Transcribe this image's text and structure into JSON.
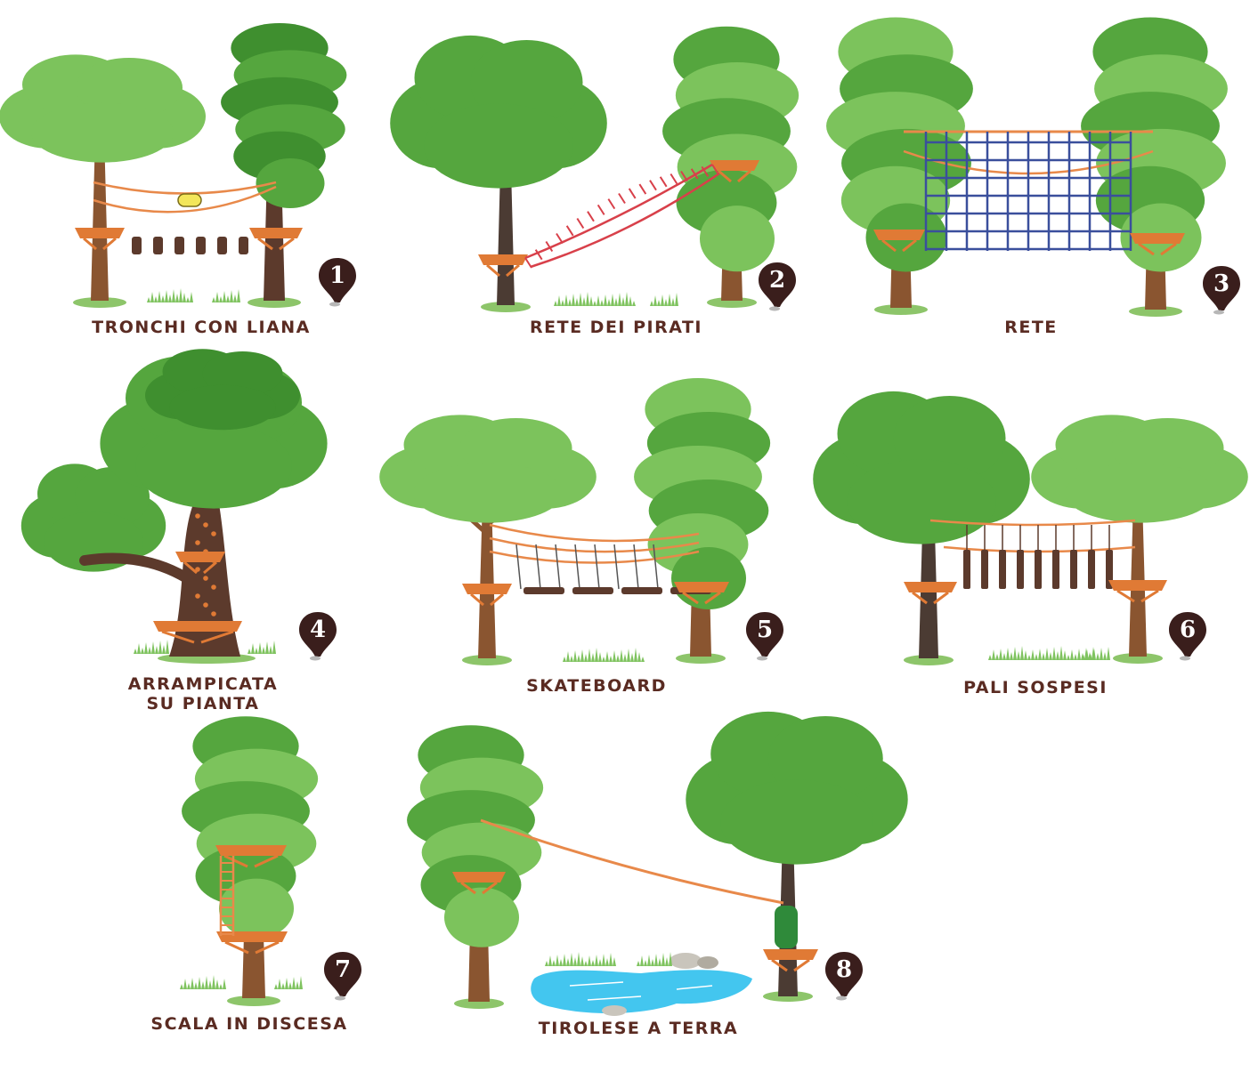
{
  "palette": {
    "trunk": "#8a5530",
    "trunk_dark": "#5c3a2c",
    "leaf_dark": "#3f8f2f",
    "leaf_mid": "#55a63e",
    "leaf_light": "#7cc35c",
    "leaf_pale": "#8dc56a",
    "platform": "#e07a35",
    "rope": "#e8894a",
    "net_red": "#d8404a",
    "net_blue": "#3a4f9c",
    "grass": "#7fc35f",
    "water": "#43c6ef",
    "pin": "#3a1e1c",
    "label": "#5a2b22"
  },
  "activities": [
    {
      "number": "1",
      "label_lines": [
        "TRONCHI CON LIANA"
      ],
      "icon": "hanging-logs-with-liana"
    },
    {
      "number": "2",
      "label_lines": [
        "RETE DEI PIRATI"
      ],
      "icon": "pirate-net-bridge"
    },
    {
      "number": "3",
      "label_lines": [
        "RETE"
      ],
      "icon": "climbing-net"
    },
    {
      "number": "4",
      "label_lines": [
        "ARRAMPICATA",
        "SU PIANTA"
      ],
      "icon": "tree-climbing"
    },
    {
      "number": "5",
      "label_lines": [
        "SKATEBOARD"
      ],
      "icon": "hanging-skateboards"
    },
    {
      "number": "6",
      "label_lines": [
        "PALI SOSPESI"
      ],
      "icon": "suspended-poles"
    },
    {
      "number": "7",
      "label_lines": [
        "SCALA IN DISCESA"
      ],
      "icon": "descent-ladder"
    },
    {
      "number": "8",
      "label_lines": [
        "TIROLESE A TERRA"
      ],
      "icon": "ground-zipline"
    }
  ]
}
